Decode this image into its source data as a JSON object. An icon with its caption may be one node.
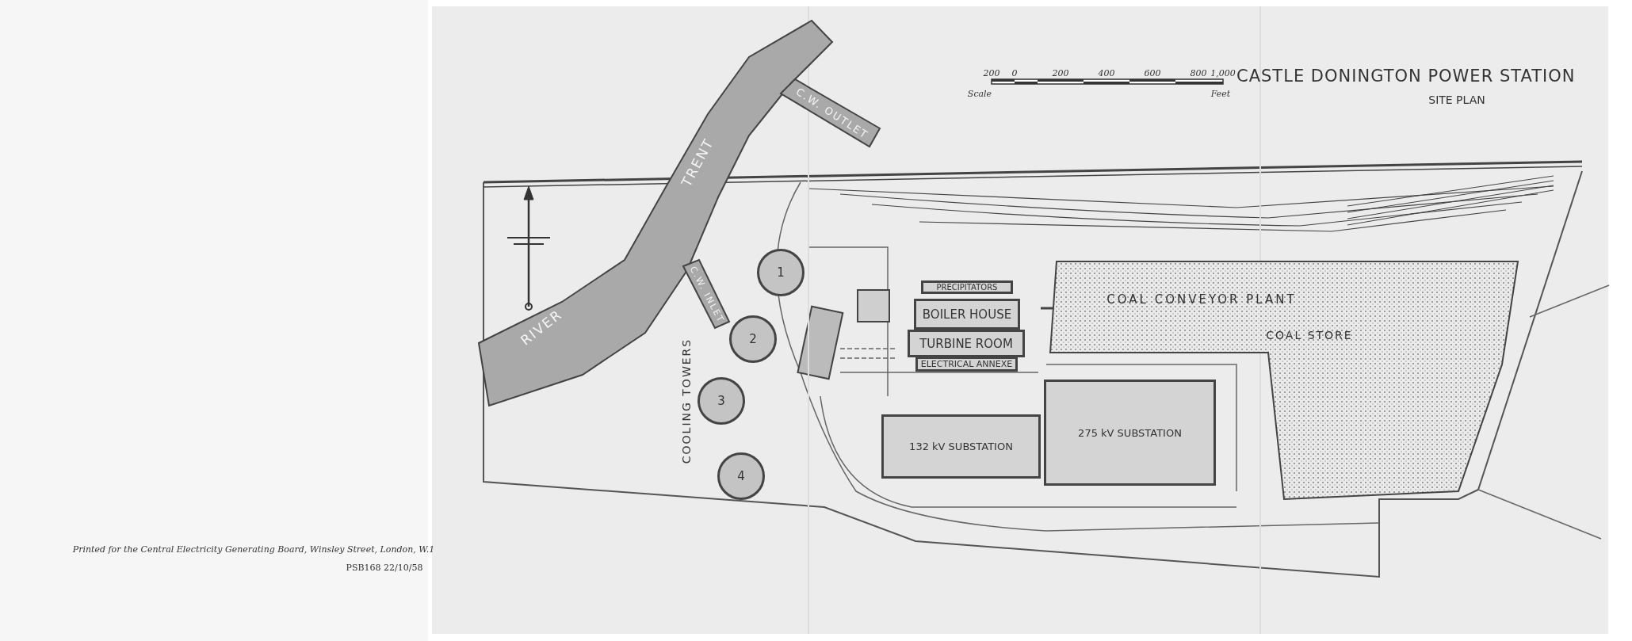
{
  "diagram": {
    "title": "CASTLE DONINGTON POWER STATION",
    "nodes": [
      {
        "text": [
          "RIVER",
          "TRENT"
        ]
      },
      {
        "text": [
          "C.W. OUTLET"
        ]
      },
      {
        "text": [
          "C.W. INLET"
        ]
      },
      {
        "text": [
          "1"
        ]
      },
      {
        "text": [
          "2"
        ]
      },
      {
        "text": [
          "3"
        ]
      },
      {
        "text": [
          "4"
        ]
      },
      {
        "text": [
          "PRECIPITATORS"
        ]
      },
      {
        "text": [
          "BOILER HOUSE"
        ]
      },
      {
        "text": [
          "TURBINE ROOM"
        ]
      },
      {
        "text": [
          "ELECTRICAL ANNEXE"
        ]
      },
      {
        "text": [
          "132 kV SUBSTATION"
        ]
      },
      {
        "text": [
          "275 kV SUBSTATION"
        ]
      },
      {
        "text": [
          "COAL STORE"
        ]
      }
    ],
    "labels": [
      "SITE PLAN",
      "200",
      "0",
      "200",
      "400",
      "600",
      "800",
      "1,000",
      "Scale",
      "Feet",
      "COOLING TOWERS",
      "COAL CONVEYOR PLANT",
      "Printed for the Central Electricity Generating Board, Winsley Street, London, W.1",
      "PSB168 22/10/58"
    ]
  }
}
